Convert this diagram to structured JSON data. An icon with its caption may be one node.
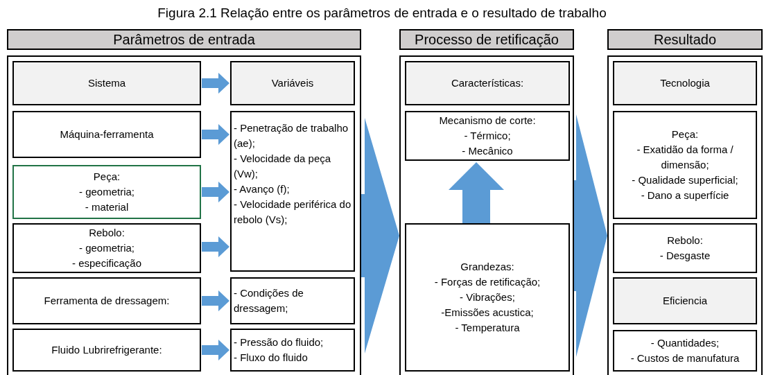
{
  "diagram": {
    "title": "Figura 2.1 Relação entre os parâmetros de entrada e o resultado de trabalho",
    "nodes": [
      {
        "text": [
          "Parâmetros de entrada"
        ]
      },
      {
        "text": [
          "Sistema"
        ],
        "in": 0
      },
      {
        "text": [
          "Variáveis"
        ],
        "in": 0
      },
      {
        "text": [
          "Máquina-ferramenta"
        ],
        "in": 0
      },
      {
        "text": [
          "- Penetração de trabalho (ae);",
          "- Velocidade da peça (Vw);",
          "- Avanço (f);",
          "- Velocidade periférica do rebolo (Vs);"
        ],
        "in": 0
      },
      {
        "text": [
          "Peça:",
          "- geometria;",
          "- material"
        ],
        "in": 0
      },
      {
        "text": [
          "Rebolo:",
          "- geometria;",
          "- especificação"
        ],
        "in": 0
      },
      {
        "text": [
          "Ferramenta de dressagem:"
        ],
        "in": 0
      },
      {
        "text": [
          "- Condições de dressagem;"
        ],
        "in": 0
      },
      {
        "text": [
          "Fluido Lubrirefrigerante:"
        ],
        "in": 0
      },
      {
        "text": [
          "- Pressão do fluido;",
          "- Fluxo do fluido"
        ],
        "in": 0
      },
      {
        "text": [
          "Processo de retificação"
        ]
      },
      {
        "text": [
          "Características:"
        ],
        "in": 11
      },
      {
        "text": [
          "Mecanismo de corte:",
          "- Térmico;",
          "- Mecânico"
        ],
        "in": 11
      },
      {
        "text": [
          "Grandezas:",
          "- Forças de retificação;",
          "- Vibrações;",
          "-Emissões acustica;",
          "- Temperatura"
        ],
        "in": 11
      },
      {
        "text": [
          "Resultado"
        ]
      },
      {
        "text": [
          "Tecnologia"
        ],
        "in": 15
      },
      {
        "text": [
          "Peça:",
          "- Exatidão da forma / dimensão;",
          "- Qualidade superficial;",
          "- Dano a superfície"
        ],
        "in": 15
      },
      {
        "text": [
          "Rebolo:",
          "- Desgaste"
        ],
        "in": 15
      },
      {
        "text": [
          "Eficiencia"
        ],
        "in": 15
      },
      {
        "text": [
          "- Quantidades;",
          "- Custos de manufatura"
        ],
        "in": 15
      }
    ],
    "edges": [
      {
        "from": 1,
        "to": 2,
        "arrow": "to",
        "style": "thick"
      },
      {
        "from": 3,
        "to": 4,
        "arrow": "to",
        "style": "thick"
      },
      {
        "from": 5,
        "to": 4,
        "arrow": "to",
        "style": "thick"
      },
      {
        "from": 6,
        "to": 4,
        "arrow": "to",
        "style": "thick"
      },
      {
        "from": 7,
        "to": 8,
        "arrow": "to",
        "style": "thick"
      },
      {
        "from": 9,
        "to": 10,
        "arrow": "to",
        "style": "thick"
      },
      {
        "from": 0,
        "to": 11,
        "arrow": "to",
        "style": "thick"
      },
      {
        "from": 14,
        "to": 13,
        "arrow": "to",
        "style": "thick"
      },
      {
        "from": 11,
        "to": 15,
        "arrow": "to",
        "style": "thick"
      }
    ]
  }
}
